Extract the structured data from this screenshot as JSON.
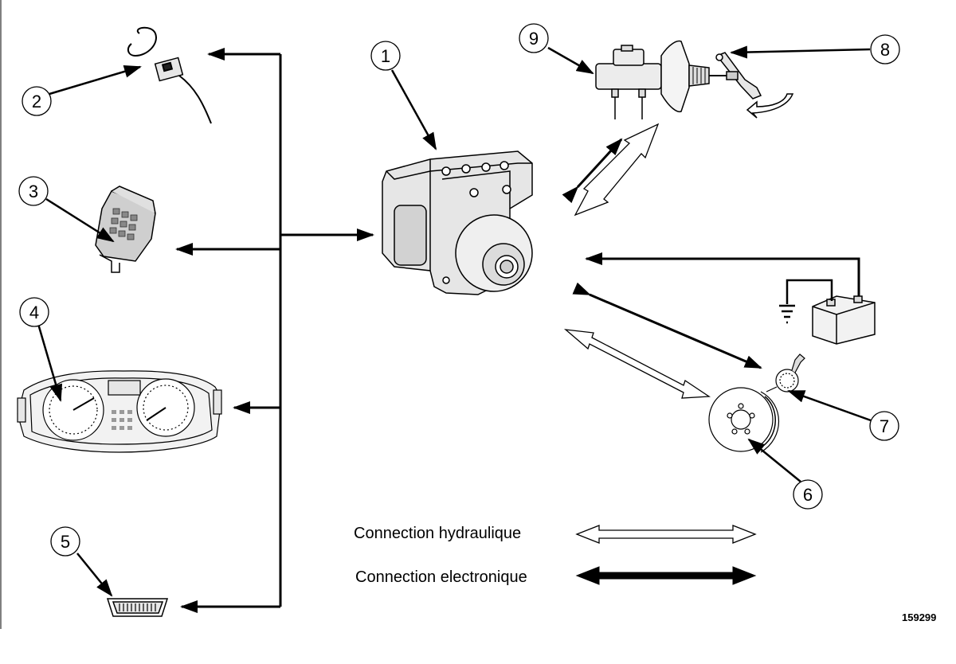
{
  "callouts": {
    "c1": "1",
    "c2": "2",
    "c3": "3",
    "c4": "4",
    "c5": "5",
    "c6": "6",
    "c7": "7",
    "c8": "8",
    "c9": "9"
  },
  "legend": {
    "hydraulic_label": "Connection hydraulique",
    "electronic_label": "Connection electronique"
  },
  "reference_code": "159299",
  "colors": {
    "line": "#000000",
    "component_fill": "#e6e6e6",
    "background": "#ffffff"
  }
}
